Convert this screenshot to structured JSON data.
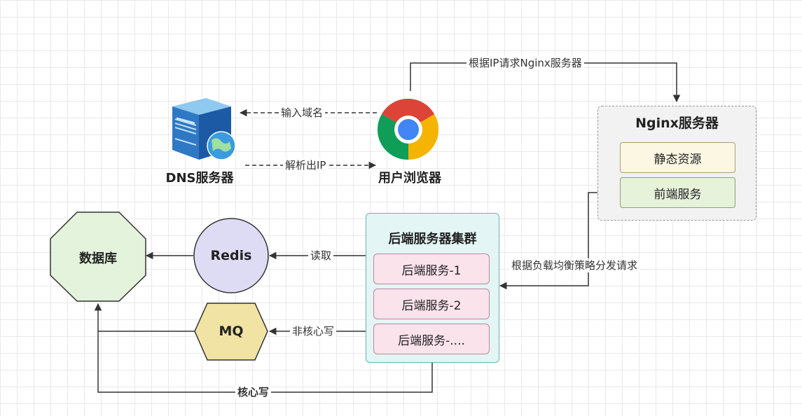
{
  "nodes": {
    "dns": {
      "label": "DNS服务器"
    },
    "browser": {
      "label": "用户浏览器"
    },
    "nginx": {
      "title": "Nginx服务器",
      "items": [
        "静态资源",
        "前端服务"
      ]
    },
    "backend": {
      "title": "后端服务器集群",
      "items": [
        "后端服务-1",
        "后端服务-2",
        "后端服务-...."
      ]
    },
    "redis": {
      "label": "Redis"
    },
    "mq": {
      "label": "MQ"
    },
    "database": {
      "label": "数据库"
    }
  },
  "edges": {
    "to_nginx": "根据IP请求Nginx服务器",
    "input_domain": "输入域名",
    "resolve_ip": "解析出IP",
    "load_balance": "根据负载均衡策略分发请求",
    "read": "读取",
    "non_core_write": "非核心写",
    "core_write": "核心写"
  },
  "colors": {
    "redis_fill": "#dedcf5",
    "mq_fill": "#f0e3a4",
    "database_fill": "#e4f3dc",
    "backend_fill": "#e4f5f5",
    "service_fill": "#fbe3ec",
    "static_fill": "#fbf7e3",
    "front_fill": "#e6f2da",
    "nginx_fill": "#f2f2f2"
  },
  "icons": [
    "server-globe-icon",
    "chrome-browser-icon"
  ]
}
